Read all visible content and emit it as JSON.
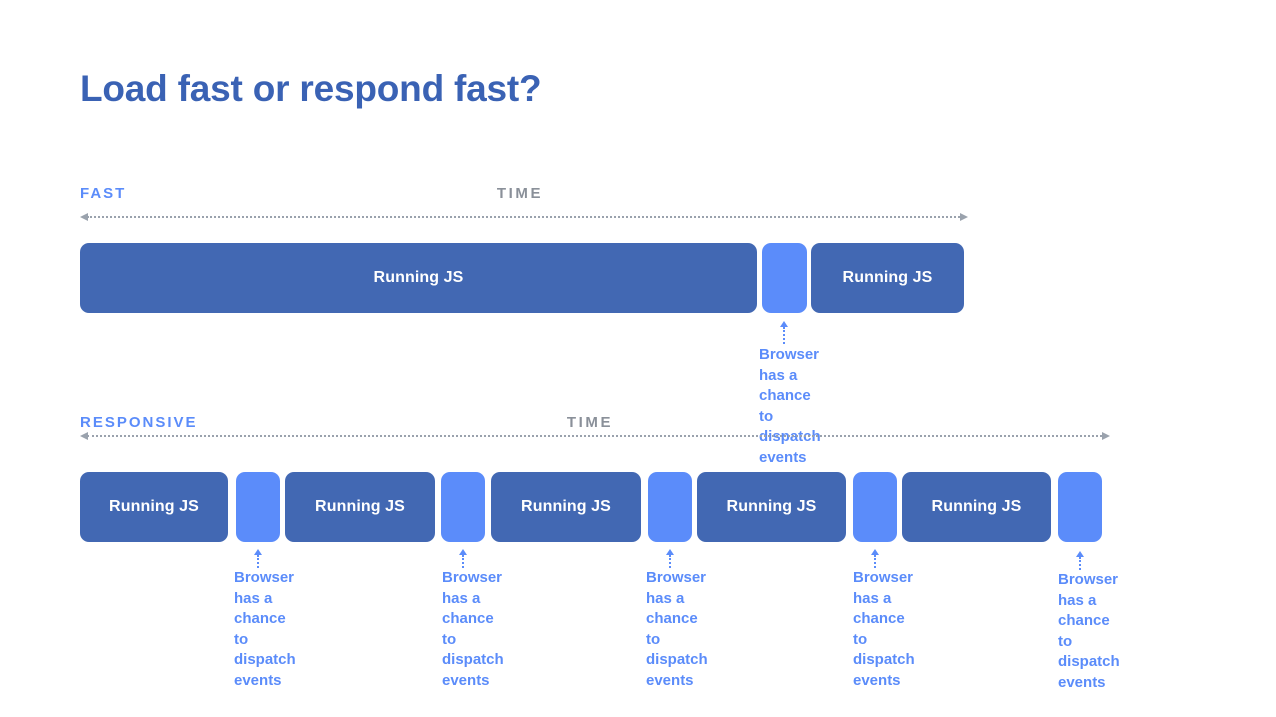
{
  "slide": {
    "title": "Load fast or respond fast?",
    "background_color": "#ffffff",
    "title_color": "#3a62b4",
    "busy_color": "#4268b3",
    "idle_color": "#5b8cfa",
    "axis_color": "#9aa2ad",
    "time_label_color": "#8a9099"
  },
  "sections": [
    {
      "kicker": "FAST",
      "time_label": "TIME",
      "blocks": [
        {
          "type": "busy",
          "label": "Running JS"
        },
        {
          "type": "idle",
          "label": ""
        },
        {
          "type": "busy",
          "label": "Running JS"
        }
      ],
      "callouts": [
        {
          "text": "Browser has a\nchance to\ndispatch events"
        }
      ]
    },
    {
      "kicker": "RESPONSIVE",
      "time_label": "TIME",
      "blocks": [
        {
          "type": "busy",
          "label": "Running JS"
        },
        {
          "type": "idle",
          "label": ""
        },
        {
          "type": "busy",
          "label": "Running JS"
        },
        {
          "type": "idle",
          "label": ""
        },
        {
          "type": "busy",
          "label": "Running JS"
        },
        {
          "type": "idle",
          "label": ""
        },
        {
          "type": "busy",
          "label": "Running JS"
        },
        {
          "type": "idle",
          "label": ""
        },
        {
          "type": "busy",
          "label": "Running JS"
        },
        {
          "type": "idle",
          "label": ""
        }
      ],
      "callouts": [
        {
          "text": "Browser has a\nchance to\ndispatch events"
        },
        {
          "text": "Browser has a\nchance to\ndispatch events"
        },
        {
          "text": "Browser has a\nchance to\ndispatch events"
        },
        {
          "text": "Browser has a\nchance to\ndispatch events"
        },
        {
          "text": "Browser has a\nchance to\ndispatch events"
        }
      ]
    }
  ]
}
